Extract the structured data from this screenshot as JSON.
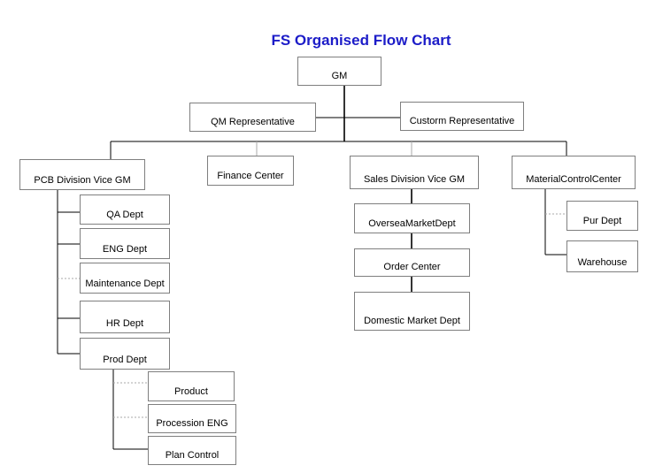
{
  "title": "FS Organised Flow Chart",
  "nodes": {
    "gm": "GM",
    "qm_rep": "QM Representative",
    "custorm_rep": "Custorm Representative",
    "pcb_vgm": "PCB Division Vice GM",
    "finance": "Finance Center",
    "sales_vgm": "Sales Division Vice GM",
    "material": "MaterialControlCenter",
    "qa": "QA Dept",
    "eng": "ENG Dept",
    "maintenance": "Maintenance Dept",
    "hr": "HR Dept",
    "prod": "Prod Dept",
    "product": "Product",
    "procession": "Procession ENG",
    "plan": "Plan Control",
    "oversea": "OverseaMarketDept",
    "order": "Order Center",
    "domestic": "Domestic Market Dept",
    "pur": "Pur Dept",
    "warehouse": "Warehouse"
  }
}
